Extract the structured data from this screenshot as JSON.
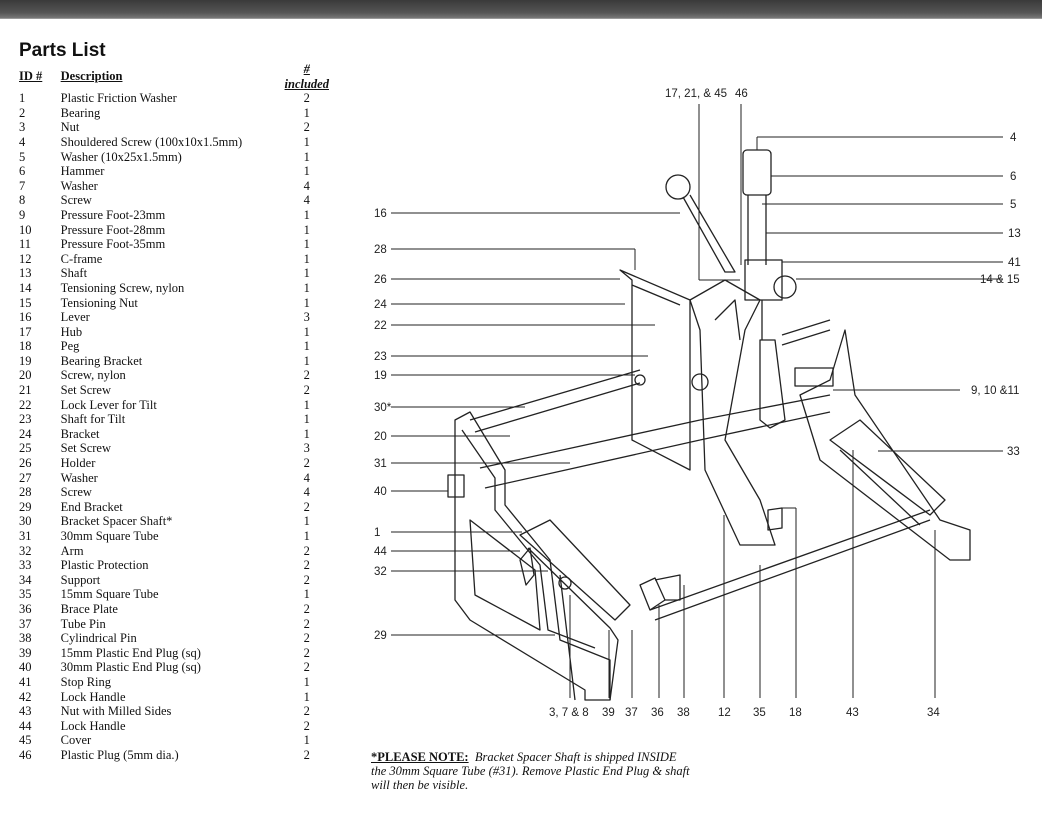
{
  "parts_list": {
    "title": "Parts List",
    "headers": {
      "id": "ID #",
      "description": "Description",
      "included": "# included"
    },
    "rows": [
      {
        "id": "1",
        "description": "Plastic Friction Washer",
        "included": "2"
      },
      {
        "id": "2",
        "description": "Bearing",
        "included": "1"
      },
      {
        "id": "3",
        "description": "Nut",
        "included": "2"
      },
      {
        "id": "4",
        "description": "Shouldered Screw (100x10x1.5mm)",
        "included": "1"
      },
      {
        "id": "5",
        "description": "Washer (10x25x1.5mm)",
        "included": "1"
      },
      {
        "id": "6",
        "description": "Hammer",
        "included": "1"
      },
      {
        "id": "7",
        "description": "Washer",
        "included": "4"
      },
      {
        "id": "8",
        "description": "Screw",
        "included": "4"
      },
      {
        "id": "9",
        "description": "Pressure Foot-23mm",
        "included": "1"
      },
      {
        "id": "10",
        "description": "Pressure Foot-28mm",
        "included": "1"
      },
      {
        "id": "11",
        "description": "Pressure Foot-35mm",
        "included": "1"
      },
      {
        "id": "12",
        "description": "C-frame",
        "included": "1"
      },
      {
        "id": "13",
        "description": "Shaft",
        "included": "1"
      },
      {
        "id": "14",
        "description": "Tensioning Screw, nylon",
        "included": "1"
      },
      {
        "id": "15",
        "description": "Tensioning Nut",
        "included": "1"
      },
      {
        "id": "16",
        "description": "Lever",
        "included": "3"
      },
      {
        "id": "17",
        "description": "Hub",
        "included": "1"
      },
      {
        "id": "18",
        "description": "Peg",
        "included": "1"
      },
      {
        "id": "19",
        "description": "Bearing Bracket",
        "included": "1"
      },
      {
        "id": "20",
        "description": "Screw, nylon",
        "included": "2"
      },
      {
        "id": "21",
        "description": "Set Screw",
        "included": "2"
      },
      {
        "id": "22",
        "description": "Lock Lever for Tilt",
        "included": "1"
      },
      {
        "id": "23",
        "description": "Shaft for Tilt",
        "included": "1"
      },
      {
        "id": "24",
        "description": "Bracket",
        "included": "1"
      },
      {
        "id": "25",
        "description": "Set Screw",
        "included": "3"
      },
      {
        "id": "26",
        "description": "Holder",
        "included": "2"
      },
      {
        "id": "27",
        "description": "Washer",
        "included": "4"
      },
      {
        "id": "28",
        "description": "Screw",
        "included": "4"
      },
      {
        "id": "29",
        "description": "End Bracket",
        "included": "2"
      },
      {
        "id": "30",
        "description": "Bracket Spacer Shaft*",
        "included": "1"
      },
      {
        "id": "31",
        "description": "30mm Square Tube",
        "included": "1"
      },
      {
        "id": "32",
        "description": "Arm",
        "included": "2"
      },
      {
        "id": "33",
        "description": "Plastic Protection",
        "included": "2"
      },
      {
        "id": "34",
        "description": "Support",
        "included": "2"
      },
      {
        "id": "35",
        "description": "15mm Square Tube",
        "included": "1"
      },
      {
        "id": "36",
        "description": "Brace Plate",
        "included": "2"
      },
      {
        "id": "37",
        "description": "Tube Pin",
        "included": "2"
      },
      {
        "id": "38",
        "description": "Cylindrical Pin",
        "included": "2"
      },
      {
        "id": "39",
        "description": "15mm Plastic End Plug (sq)",
        "included": "2"
      },
      {
        "id": "40",
        "description": "30mm Plastic End Plug (sq)",
        "included": "2"
      },
      {
        "id": "41",
        "description": "Stop Ring",
        "included": "1"
      },
      {
        "id": "42",
        "description": "Lock Handle",
        "included": "1"
      },
      {
        "id": "43",
        "description": "Nut with Milled Sides",
        "included": "2"
      },
      {
        "id": "44",
        "description": "Lock Handle",
        "included": "2"
      },
      {
        "id": "45",
        "description": "Cover",
        "included": "1"
      },
      {
        "id": "46",
        "description": "Plastic Plug (5mm dia.)",
        "included": "2"
      }
    ]
  },
  "diagram": {
    "callouts_top": {
      "c17_21_45": "17, 21, & 45",
      "c46": "46"
    },
    "callouts_left": {
      "c16": "16",
      "c28": "28",
      "c26": "26",
      "c24": "24",
      "c22": "22",
      "c23": "23",
      "c19": "19",
      "c30": "30*",
      "c20": "20",
      "c31": "31",
      "c40": "40",
      "c1": "1",
      "c44": "44",
      "c32": "32",
      "c29": "29"
    },
    "callouts_right": {
      "c4": "4",
      "c6": "6",
      "c5": "5",
      "c13": "13",
      "c41": "41",
      "c14_15": "14 & 15",
      "c9_10_11": "9, 10 &11",
      "c33": "33"
    },
    "callouts_bottom": {
      "c3_7_8": "3, 7 & 8",
      "c39": "39",
      "c37": "37",
      "c36": "36",
      "c38": "38",
      "c12": "12",
      "c35": "35",
      "c18": "18",
      "c43": "43",
      "c34": "34"
    }
  },
  "note": {
    "lead": "*PLEASE NOTE:",
    "text": "Bracket Spacer Shaft is shipped INSIDE the 30mm Square Tube (#31). Remove Plastic End Plug & shaft will then be visible."
  }
}
